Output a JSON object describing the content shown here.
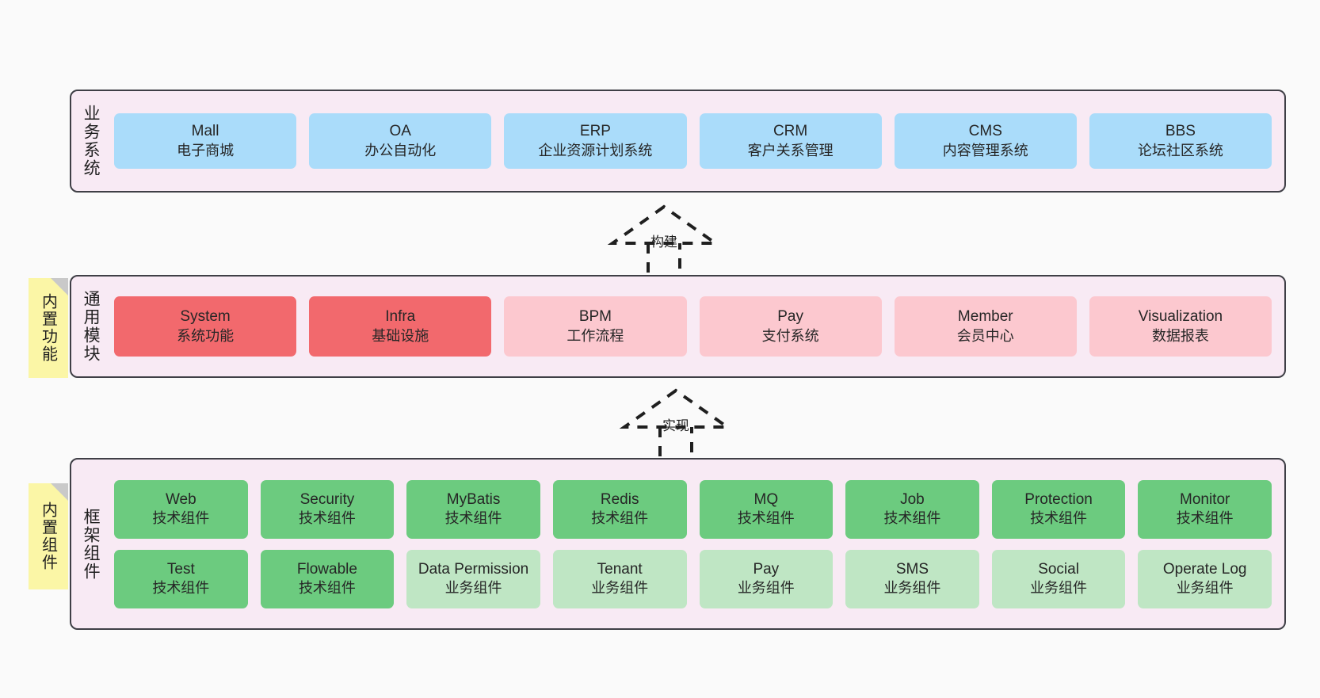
{
  "diagram": {
    "background_color": "#fafafa",
    "panel_fill": "#f8eaf4",
    "panel_border": "#3f3f46",
    "sticky_fill": "#fbf6a6"
  },
  "layers": [
    {
      "id": "business",
      "title": "业务系统",
      "sticky": null,
      "rows": [
        {
          "cells": [
            {
              "en": "Mall",
              "cn": "电子商城",
              "color": "#aadcfa",
              "style": "c-blue"
            },
            {
              "en": "OA",
              "cn": "办公自动化",
              "color": "#aadcfa",
              "style": "c-blue"
            },
            {
              "en": "ERP",
              "cn": "企业资源计划系统",
              "color": "#aadcfa",
              "style": "c-blue"
            },
            {
              "en": "CRM",
              "cn": "客户关系管理",
              "color": "#aadcfa",
              "style": "c-blue"
            },
            {
              "en": "CMS",
              "cn": "内容管理系统",
              "color": "#aadcfa",
              "style": "c-blue"
            },
            {
              "en": "BBS",
              "cn": "论坛社区系统",
              "color": "#aadcfa",
              "style": "c-blue"
            }
          ]
        }
      ]
    },
    {
      "id": "common",
      "title": "通用模块",
      "sticky": "内置功能",
      "rows": [
        {
          "cells": [
            {
              "en": "System",
              "cn": "系统功能",
              "color": "#f2696d",
              "style": "c-red"
            },
            {
              "en": "Infra",
              "cn": "基础设施",
              "color": "#f2696d",
              "style": "c-red"
            },
            {
              "en": "BPM",
              "cn": "工作流程",
              "color": "#fcc8cf",
              "style": "c-pink"
            },
            {
              "en": "Pay",
              "cn": "支付系统",
              "color": "#fcc8cf",
              "style": "c-pink"
            },
            {
              "en": "Member",
              "cn": "会员中心",
              "color": "#fcc8cf",
              "style": "c-pink"
            },
            {
              "en": "Visualization",
              "cn": "数据报表",
              "color": "#fcc8cf",
              "style": "c-pink"
            }
          ]
        }
      ]
    },
    {
      "id": "framework",
      "title": "框架组件",
      "sticky": "内置组件",
      "rows": [
        {
          "cells": [
            {
              "en": "Web",
              "cn": "技术组件",
              "color": "#6ccb7f",
              "style": "c-green"
            },
            {
              "en": "Security",
              "cn": "技术组件",
              "color": "#6ccb7f",
              "style": "c-green"
            },
            {
              "en": "MyBatis",
              "cn": "技术组件",
              "color": "#6ccb7f",
              "style": "c-green"
            },
            {
              "en": "Redis",
              "cn": "技术组件",
              "color": "#6ccb7f",
              "style": "c-green"
            },
            {
              "en": "MQ",
              "cn": "技术组件",
              "color": "#6ccb7f",
              "style": "c-green"
            },
            {
              "en": "Job",
              "cn": "技术组件",
              "color": "#6ccb7f",
              "style": "c-green"
            },
            {
              "en": "Protection",
              "cn": "技术组件",
              "color": "#6ccb7f",
              "style": "c-green"
            },
            {
              "en": "Monitor",
              "cn": "技术组件",
              "color": "#6ccb7f",
              "style": "c-green"
            }
          ]
        },
        {
          "cells": [
            {
              "en": "Test",
              "cn": "技术组件",
              "color": "#6ccb7f",
              "style": "c-green"
            },
            {
              "en": "Flowable",
              "cn": "技术组件",
              "color": "#6ccb7f",
              "style": "c-green"
            },
            {
              "en": "Data Permission",
              "cn": "业务组件",
              "color": "#bfe6c4",
              "style": "c-greenlite"
            },
            {
              "en": "Tenant",
              "cn": "业务组件",
              "color": "#bfe6c4",
              "style": "c-greenlite"
            },
            {
              "en": "Pay",
              "cn": "业务组件",
              "color": "#bfe6c4",
              "style": "c-greenlite"
            },
            {
              "en": "SMS",
              "cn": "业务组件",
              "color": "#bfe6c4",
              "style": "c-greenlite"
            },
            {
              "en": "Social",
              "cn": "业务组件",
              "color": "#bfe6c4",
              "style": "c-greenlite"
            },
            {
              "en": "Operate Log",
              "cn": "业务组件",
              "color": "#bfe6c4",
              "style": "c-greenlite"
            }
          ]
        }
      ]
    }
  ],
  "arrows": [
    {
      "id": "build",
      "label": "构建",
      "from": "common",
      "to": "business"
    },
    {
      "id": "realize",
      "label": "实现",
      "from": "framework",
      "to": "common"
    }
  ]
}
